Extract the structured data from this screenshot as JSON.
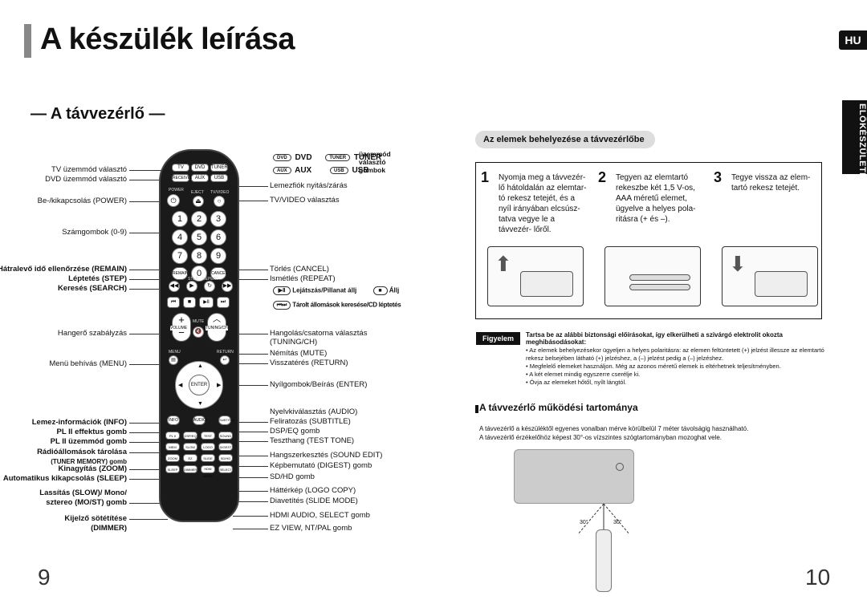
{
  "page": {
    "title": "A készülék leírása",
    "lang_badge": "HU",
    "side_tab": "ELŐKÉSZÜLETEK",
    "section": "— A távvezérlő —",
    "left_page_number": "9",
    "right_page_number": "10"
  },
  "remote_left_labels": [
    "TV üzemmód választó",
    "DVD üzemmód választó",
    "Be-/kikapcsolás (POWER)",
    "Számgombok (0-9)",
    "Hátralevő idő ellenőrzése (REMAIN)",
    "Léptetés (STEP)",
    "Keresés (SEARCH)",
    "Hangerő szabályzás",
    "Menü behívás  (MENU)",
    "Lemez-információk (INFO)",
    "PL II effektus gomb",
    "PL II üzemmód gomb",
    "Rádióállomások tárolása",
    "(TUNER MEMORY) gomb",
    "Kinagyítás (ZOOM)",
    "Automatikus kikapcsolás (SLEEP)",
    "Lassítás (SLOW)/ Mono/",
    "sztereo (MO/ST) gomb",
    "Kijelző sötétítése",
    "(DIMMER)"
  ],
  "remote_right_labels": [
    "Lemezfiók nyitás/zárás",
    "TV/VIDEO választás",
    "Törlés (CANCEL)",
    "Ismétlés (REPEAT)",
    "Hangolás/csatorna választás",
    "(TUNING/CH)",
    "Némítás (MUTE)",
    "Visszatérés  (RETURN)",
    "Nyílgombok/Beírás (ENTER)",
    "Nyelvkiválasztás (AUDIO)",
    "Feliratozás (SUBTITLE)",
    "DSP/EQ gomb",
    "Teszthang (TEST TONE)",
    "Hangszerkesztés (SOUND EDIT)",
    "Képbemutató (DIGEST) gomb",
    "SD/HD gomb",
    "Háttérkép (LOGO COPY)",
    "Diavetítés (SLIDE MODE)",
    "HDMI AUDIO, SELECT gomb",
    "EZ VIEW, NT/PAL gomb"
  ],
  "mode_legend": {
    "dvd": "DVD",
    "tuner": "TUNER",
    "aux": "AUX",
    "usb": "USB",
    "chip_dvd": "DVD",
    "chip_tuner": "TUNER",
    "chip_aux": "AUX",
    "chip_usb": "USB",
    "note1": "üzemmód",
    "note2": "választó",
    "note3": "gombok"
  },
  "playback_legend": {
    "play_pause": "Lejátszás/Pillanat állj",
    "stop": "Állj",
    "skip": "Tárolt állomások keresése/CD léptetés"
  },
  "remote_buttons": {
    "tv": "TV",
    "dvd": "DVD",
    "tuner": "TUNER",
    "dvd_receiver": "RECEIVER",
    "aux": "AUX",
    "usb": "USB",
    "power": "POWER",
    "eject": "EJECT",
    "tv_video": "TV/VIDEO",
    "n1": "1",
    "n2": "2",
    "n3": "3",
    "n4": "4",
    "n5": "5",
    "n6": "6",
    "n7": "7",
    "n8": "8",
    "n9": "9",
    "n0": "0",
    "remain": "REMAIN",
    "cancel": "CANCEL",
    "step": "STEP",
    "repeat": "REPEAT",
    "mute": "MUTE",
    "volume": "VOLUME",
    "tuning": "TUNING/CH",
    "menu": "MENU",
    "return": "RETURN",
    "enter": "ENTER",
    "info": "INFO",
    "audio": "AUDIO",
    "subtitle": "SUBTITLE",
    "dsp": "DSP/EQ",
    "test_tone": "TEST TONE",
    "zoom": "ZOOM",
    "ez_view": "EZ VIEW",
    "slide_mode": "SLIDE MODE",
    "digest": "DIGEST",
    "sleep": "SLEEP",
    "dimmer": "DIMMER",
    "hdmi_audio": "HDMI AUDIO",
    "sd_hd": "SD/HD",
    "select": "SELECT",
    "logo": "LOGO",
    "sound_edit": "SOUND EDIT",
    "slow": "SLOW"
  },
  "battery": {
    "pill": "Az elemek behelyezése a távvezérlőbe",
    "steps": [
      {
        "num": "1",
        "text": "Nyomja meg a távvezér- lő hátoldalán az elemtar- tó rekesz tetejét, és a nyíl irányában elcsúsz- tatva vegye le a távvezér- lőről."
      },
      {
        "num": "2",
        "text": "Tegyen az elemtartó rekeszbe két 1,5 V-os, AAA méretű elemet, ügyelve a helyes pola- ritásra (+ és –)."
      },
      {
        "num": "3",
        "text": "Tegye vissza az elem- tartó rekesz tetejét."
      }
    ]
  },
  "warning": {
    "tag": "Figyelem",
    "headline": "Tartsa be az alábbi biztonsági előírásokat, így elkerülheti a szivárgó elektrolit okozta meghibásodásokat:",
    "items": [
      "Az elemek behelyezésekor ügyeljen a helyes polaritásra: az elemen feltüntetett (+) jelzést illessze az elemtartó rekesz belsejében látható (+) jelzéshez, a (–) jelzést pedig a (–) jelzéshez.",
      "Megfelelő elemeket használjon. Még az azonos méretű elemek is eltérhetnek teljesítményben.",
      "A két elemet mindig egyszerre cserélje ki.",
      "Óvja az elemeket hőtől, nyílt lángtól."
    ]
  },
  "range": {
    "title": "A távvezérlő működési tartománya",
    "line1": "A távvezérlő a készüléktől egyenes vonalban mérve körülbelül 7 méter távolságig használható.",
    "line2": "A távvezérlő érzékelőhöz képest 30°-os vízszintes szögtartományban mozoghat vele.",
    "angle_left": "30°",
    "angle_right": "30°"
  }
}
